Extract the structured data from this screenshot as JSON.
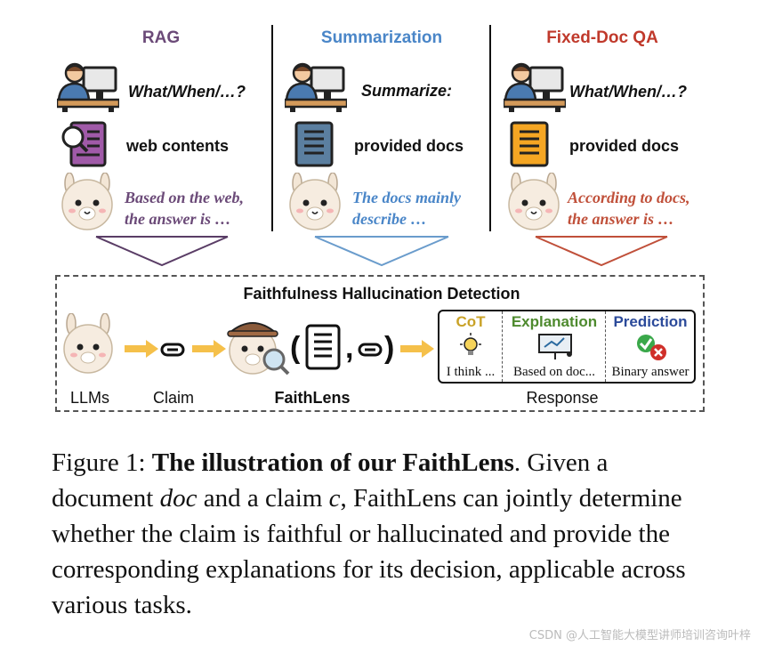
{
  "figure": {
    "columns": [
      {
        "title": "RAG",
        "title_color": "#6b4a78",
        "prompt": "What/When/…?",
        "source": "web contents",
        "answer_line1": "Based on the web,",
        "answer_line2": "the answer is …",
        "answer_color": "#6b4a78",
        "doc_icon_color": "#a05aa8"
      },
      {
        "title": "Summarization",
        "title_color": "#4a86c8",
        "prompt": "Summarize:",
        "source": "provided docs",
        "answer_line1": "The docs mainly",
        "answer_line2": "describe …",
        "answer_color": "#4a86c8",
        "doc_icon_color": "#5b7fa0"
      },
      {
        "title": "Fixed-Doc QA",
        "title_color": "#c0392b",
        "prompt": "What/When/…?",
        "source": "provided docs",
        "answer_line1": "According to docs,",
        "answer_line2": "the answer is …",
        "answer_color": "#c0503a",
        "doc_icon_color": "#f5a623"
      }
    ],
    "detection": {
      "title": "Faithfulness Hallucination Detection",
      "labels": {
        "llms": "LLMs",
        "claim": "Claim",
        "faithlens": "FaithLens",
        "response": "Response"
      },
      "response": [
        {
          "head": "CoT",
          "head_color": "#c9a227",
          "sub": "I think ..."
        },
        {
          "head": "Explanation",
          "head_color": "#4e8a2e",
          "sub": "Based on doc..."
        },
        {
          "head": "Prediction",
          "head_color": "#2b4a9a",
          "sub": "Binary answer"
        }
      ]
    }
  },
  "caption": {
    "prefix": "Figure 1: ",
    "bold": "The illustration of our FaithLens",
    "part1": ". Given a document ",
    "doc_var": "doc",
    "part2": " and a claim ",
    "claim_var": "c",
    "part3": ", FaithLens can jointly determine whether the claim is faithful or hallucinated and provide the corresponding explanations for its decision, applicable across various tasks."
  },
  "watermark": "CSDN @人工智能大模型讲师培训咨询叶梓"
}
